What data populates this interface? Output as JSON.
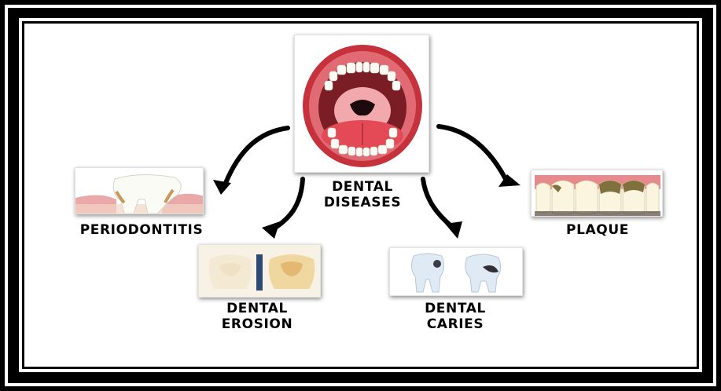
{
  "center": {
    "line1": "DENTAL",
    "line2": "DISEASES",
    "image": "open-mouth-illustration"
  },
  "nodes": {
    "periodontitis": {
      "label": "PERIODONTITIS",
      "image": "receding-gum-tooth"
    },
    "erosion": {
      "line1": "DENTAL",
      "line2": "EROSION",
      "image": "eroded-molar-comparison"
    },
    "caries": {
      "line1": "DENTAL",
      "line2": "CARIES",
      "image": "decayed-molars"
    },
    "plaque": {
      "label": "PLAQUE",
      "image": "plaque-on-teeth"
    }
  },
  "colors": {
    "arrow": "#000000",
    "gum": "#e07f86",
    "lip": "#c7343d",
    "tongue": "#e34a55",
    "tooth": "#fbfbf4"
  }
}
